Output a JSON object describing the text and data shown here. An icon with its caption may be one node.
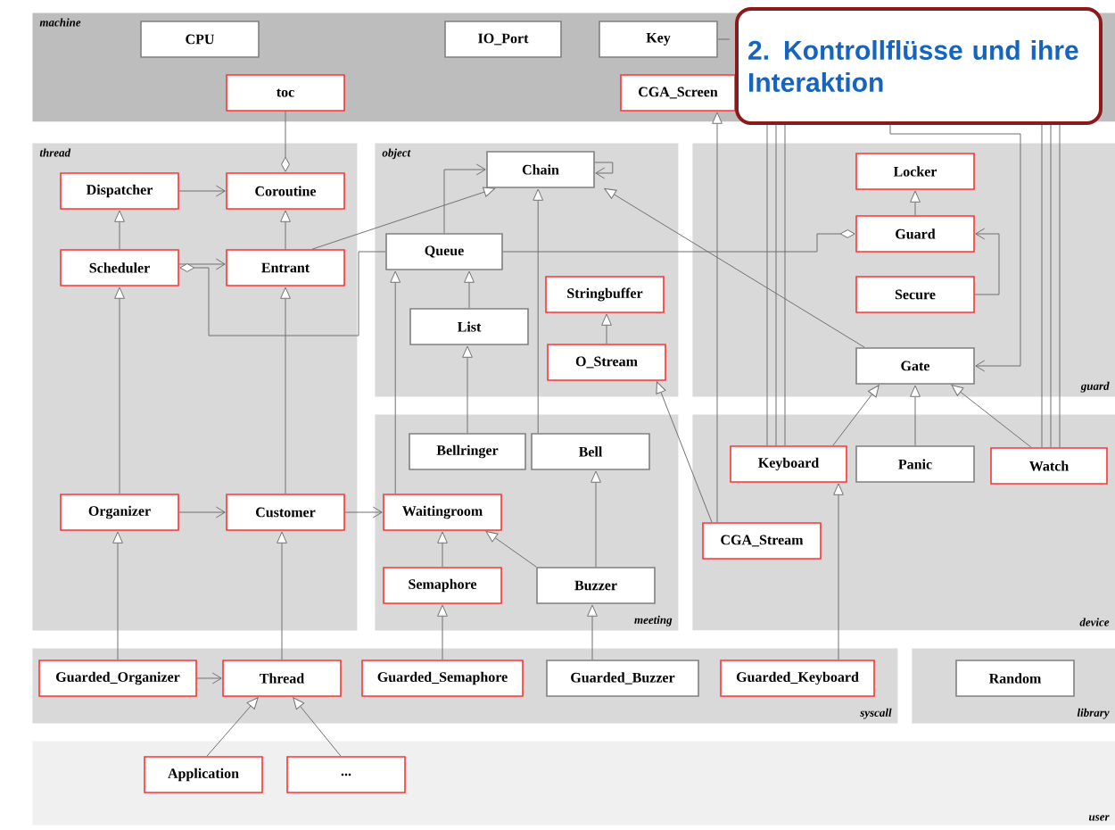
{
  "diagram": {
    "title": "2. Kontrollflüsse und ihre Interaktion",
    "nodes": [
      {
        "text": [
          "machine"
        ]
      },
      {
        "text": [
          "CPU"
        ],
        "in": 0
      },
      {
        "text": [
          "IO_Port"
        ],
        "in": 0
      },
      {
        "text": [
          "Key"
        ],
        "in": 0
      },
      {
        "text": [
          "toc"
        ],
        "in": 0
      },
      {
        "text": [
          "CGA_Screen"
        ],
        "in": 0
      },
      {
        "text": [
          "thread"
        ]
      },
      {
        "text": [
          "Dispatcher"
        ],
        "in": 6
      },
      {
        "text": [
          "Coroutine"
        ],
        "in": 6
      },
      {
        "text": [
          "Scheduler"
        ],
        "in": 6
      },
      {
        "text": [
          "Entrant"
        ],
        "in": 6
      },
      {
        "text": [
          "Organizer"
        ],
        "in": 6
      },
      {
        "text": [
          "Customer"
        ],
        "in": 6
      },
      {
        "text": [
          "object"
        ]
      },
      {
        "text": [
          "Chain"
        ],
        "in": 13
      },
      {
        "text": [
          "Queue"
        ],
        "in": 13
      },
      {
        "text": [
          "Stringbuffer"
        ],
        "in": 13
      },
      {
        "text": [
          "List"
        ],
        "in": 13
      },
      {
        "text": [
          "O_Stream"
        ],
        "in": 13
      },
      {
        "text": [
          "guard"
        ]
      },
      {
        "text": [
          "Locker"
        ],
        "in": 19
      },
      {
        "text": [
          "Guard"
        ],
        "in": 19
      },
      {
        "text": [
          "Secure"
        ],
        "in": 19
      },
      {
        "text": [
          "Gate"
        ],
        "in": 19
      },
      {
        "text": [
          "meeting"
        ]
      },
      {
        "text": [
          "Bellringer"
        ],
        "in": 24
      },
      {
        "text": [
          "Bell"
        ],
        "in": 24
      },
      {
        "text": [
          "Waitingroom"
        ],
        "in": 24
      },
      {
        "text": [
          "Semaphore"
        ],
        "in": 24
      },
      {
        "text": [
          "Buzzer"
        ],
        "in": 24
      },
      {
        "text": [
          "device"
        ]
      },
      {
        "text": [
          "Keyboard"
        ],
        "in": 30
      },
      {
        "text": [
          "Panic"
        ],
        "in": 30
      },
      {
        "text": [
          "Watch"
        ],
        "in": 30
      },
      {
        "text": [
          "CGA_Stream"
        ],
        "in": 30
      },
      {
        "text": [
          "syscall"
        ]
      },
      {
        "text": [
          "Guarded_Organizer"
        ],
        "in": 35
      },
      {
        "text": [
          "Thread"
        ],
        "in": 35
      },
      {
        "text": [
          "Guarded_Semaphore"
        ],
        "in": 35
      },
      {
        "text": [
          "Guarded_Buzzer"
        ],
        "in": 35
      },
      {
        "text": [
          "Guarded_Keyboard"
        ],
        "in": 35
      },
      {
        "text": [
          "library"
        ]
      },
      {
        "text": [
          "Random"
        ],
        "in": 41
      },
      {
        "text": [
          "user"
        ]
      },
      {
        "text": [
          "Application"
        ],
        "in": 43
      },
      {
        "text": [
          "..."
        ],
        "in": 43
      }
    ],
    "edges": [
      {
        "from": 4,
        "to": 8,
        "arrow": "other"
      },
      {
        "from": 7,
        "to": 8,
        "arrow": "to"
      },
      {
        "from": 9,
        "to": 7,
        "arrow": "to"
      },
      {
        "from": 10,
        "to": 8,
        "arrow": "to"
      },
      {
        "from": 9,
        "to": 10,
        "arrow": "to"
      },
      {
        "from": 15,
        "to": 9,
        "arrow": "other"
      },
      {
        "from": 10,
        "to": 14,
        "arrow": "to"
      },
      {
        "from": 15,
        "to": 14,
        "arrow": "to"
      },
      {
        "from": 14,
        "to": 14,
        "arrow": "to"
      },
      {
        "from": 17,
        "to": 15,
        "arrow": "to"
      },
      {
        "from": 27,
        "to": 15,
        "arrow": "to"
      },
      {
        "from": 25,
        "to": 17,
        "arrow": "to"
      },
      {
        "from": 26,
        "to": 14,
        "arrow": "to"
      },
      {
        "from": 18,
        "to": 16,
        "arrow": "to"
      },
      {
        "from": 34,
        "to": 18,
        "arrow": "to"
      },
      {
        "from": 34,
        "to": 5,
        "arrow": "to"
      },
      {
        "from": 23,
        "to": 14,
        "arrow": "to"
      },
      {
        "from": 15,
        "to": 21,
        "arrow": "other"
      },
      {
        "from": 21,
        "to": 20,
        "arrow": "to"
      },
      {
        "from": 22,
        "to": 21,
        "arrow": "to"
      },
      {
        "from": 0,
        "to": 23,
        "arrow": "to"
      },
      {
        "from": 31,
        "to": 23,
        "arrow": "to"
      },
      {
        "from": 32,
        "to": 23,
        "arrow": "to"
      },
      {
        "from": 33,
        "to": 23,
        "arrow": "to"
      },
      {
        "from": 0,
        "to": 31,
        "arrow": "none"
      },
      {
        "from": 0,
        "to": 31,
        "arrow": "none"
      },
      {
        "from": 0,
        "to": 31,
        "arrow": "none"
      },
      {
        "from": 0,
        "to": 33,
        "arrow": "none"
      },
      {
        "from": 0,
        "to": 33,
        "arrow": "none"
      },
      {
        "from": 0,
        "to": 33,
        "arrow": "none"
      },
      {
        "from": 3,
        "to": null,
        "arrow": "none"
      },
      {
        "from": 11,
        "to": 9,
        "arrow": "to"
      },
      {
        "from": 11,
        "to": 12,
        "arrow": "to"
      },
      {
        "from": 12,
        "to": 10,
        "arrow": "to"
      },
      {
        "from": 12,
        "to": 27,
        "arrow": "to"
      },
      {
        "from": 28,
        "to": 27,
        "arrow": "to"
      },
      {
        "from": 29,
        "to": 27,
        "arrow": "to"
      },
      {
        "from": 29,
        "to": 26,
        "arrow": "to"
      },
      {
        "from": 36,
        "to": 11,
        "arrow": "to"
      },
      {
        "from": 36,
        "to": 37,
        "arrow": "to"
      },
      {
        "from": 37,
        "to": 12,
        "arrow": "to"
      },
      {
        "from": 38,
        "to": 28,
        "arrow": "to"
      },
      {
        "from": 39,
        "to": 29,
        "arrow": "to"
      },
      {
        "from": 40,
        "to": 31,
        "arrow": "to"
      },
      {
        "from": 44,
        "to": 37,
        "arrow": "to"
      },
      {
        "from": 45,
        "to": 37,
        "arrow": "to"
      }
    ]
  }
}
